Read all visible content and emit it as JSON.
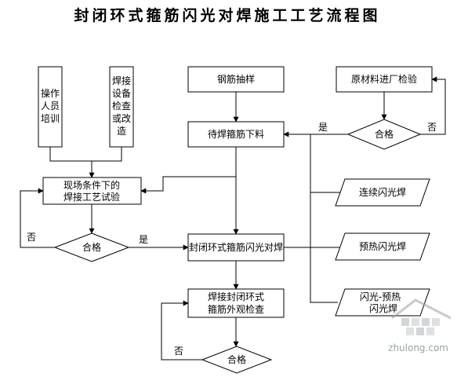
{
  "title": "封闭环式箍筋闪光对焊施工工艺流程图",
  "nodes": {
    "operator_training": [
      "操作",
      "人员",
      "培训"
    ],
    "equipment_check": [
      "焊接",
      "设备",
      "检查",
      "或改",
      "造"
    ],
    "steel_sampling": "钢筋抽样",
    "material_inspection": "原材料进厂检验",
    "qualified_top": "合格",
    "yes_top": "是",
    "no_top": "否",
    "cut_rebar": "待焊箍筋下料",
    "site_trial": [
      "现场条件下的",
      "焊接工艺试验"
    ],
    "qualified_left": "合格",
    "no_left": "否",
    "yes_left": "是",
    "butt_weld": "封闭环式箍筋闪光对焊",
    "continuous_flash": "连续闪光焊",
    "preheat_flash": "预热闪光焊",
    "flash_preheat_flash": [
      "闪光-预热",
      "闪光焊"
    ],
    "appearance_check": [
      "焊接封闭环式",
      "箍筋外观检查"
    ],
    "qualified_bottom": "合格",
    "no_bottom": "否"
  },
  "watermark": "zhulong.com"
}
